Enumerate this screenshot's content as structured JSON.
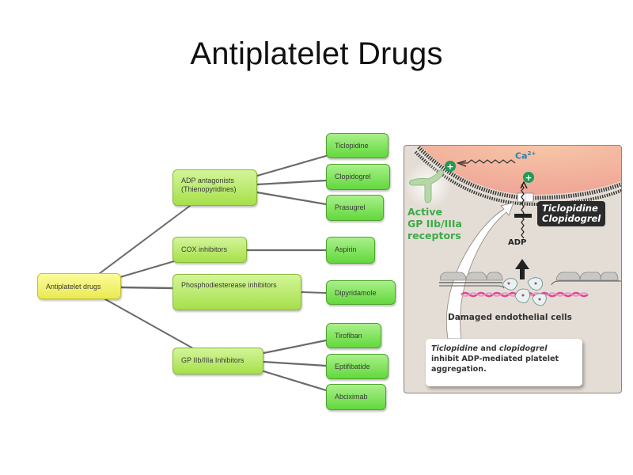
{
  "slide": {
    "title": "Antiplatelet Drugs"
  },
  "tree": {
    "root": "Antiplatelet drugs",
    "classes": [
      {
        "label_line1": "ADP antagonists",
        "label_line2": "(Thienopyridines)",
        "drugs": [
          "Ticlopidine",
          "Clopidogrel",
          "Prasugrel"
        ]
      },
      {
        "label_line1": "COX inhibitors",
        "label_line2": "",
        "drugs": [
          "Aspirin"
        ]
      },
      {
        "label_line1": "Phosphodiesterease inhibitors",
        "label_line2": "",
        "drugs": [
          "Dipyridamole"
        ]
      },
      {
        "label_line1": "GP IIb/IIIa Inhibitors",
        "label_line2": "",
        "drugs": [
          "Tirofiban",
          "Eptifibatide",
          "Abciximab"
        ]
      }
    ]
  },
  "illustration": {
    "ion_label": "Ca",
    "ion_charge": "2+",
    "receptor_label_line1": "Active",
    "receptor_label_line2": "GP IIb/IIIa",
    "receptor_label_line3": "receptors",
    "drug_tag_line1": "Ticlopidine",
    "drug_tag_line2": "Clopidogrel",
    "agonist_label": "ADP",
    "tissue_label": "Damaged endothelial cells",
    "callout_italic1": "Ticlopidine",
    "callout_mid1": " and ",
    "callout_italic2": "clopidogrel",
    "callout_line2": "inhibit ADP-mediated platelet",
    "callout_line3": "aggregation.",
    "colors": {
      "platelet_interior": "#f3b9a6",
      "background": "#e4ddd5",
      "receptor_green": "#3dab48",
      "plus_green": "#1f9a55",
      "collagen_pink": "#e0469a"
    }
  }
}
